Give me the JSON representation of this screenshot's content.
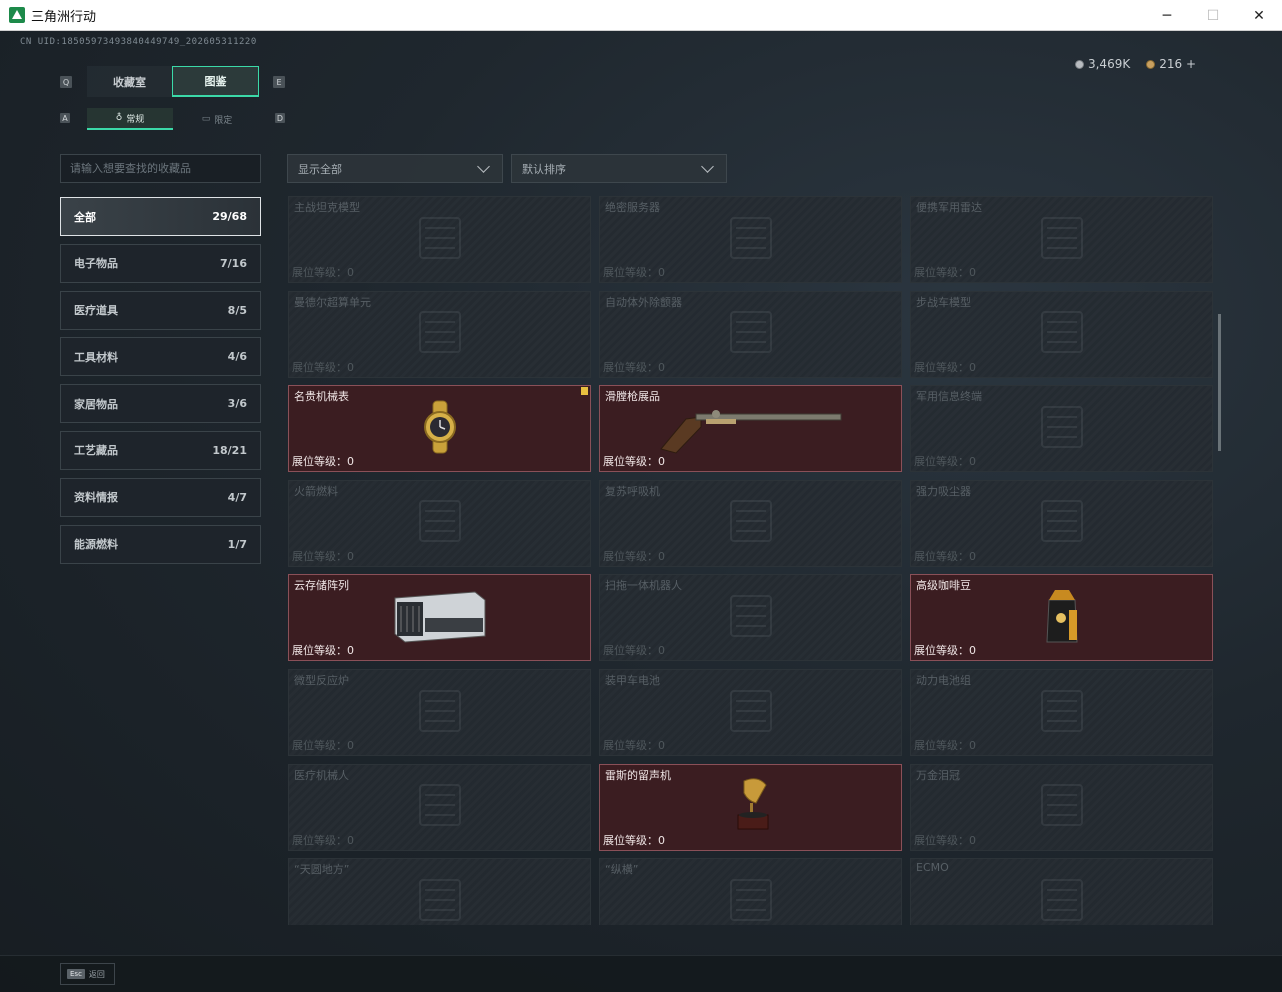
{
  "window": {
    "title": "三角洲行动",
    "minimize": "─",
    "maximize": "☐",
    "close": "✕"
  },
  "uid": "CN UID:18505973493840449749_202605311220",
  "currency": [
    {
      "icon": "silver-coin-icon",
      "value": "3,469K"
    },
    {
      "icon": "gold-coin-icon",
      "value": "216 +"
    }
  ],
  "tabs": [
    {
      "label": "收藏室",
      "active": false
    },
    {
      "label": "图鉴",
      "active": true
    }
  ],
  "tab_keys": {
    "left": "Q",
    "right": "E"
  },
  "subtabs": [
    {
      "label": "常规",
      "active": true
    },
    {
      "label": "限定",
      "active": false
    }
  ],
  "subtab_keys": {
    "left": "A",
    "right": "D"
  },
  "search": {
    "placeholder": "请输入想要查找的收藏品"
  },
  "filters": [
    {
      "label": "显示全部"
    },
    {
      "label": "默认排序"
    }
  ],
  "categories": [
    {
      "label": "全部",
      "count": "29/68",
      "active": true
    },
    {
      "label": "电子物品",
      "count": "7/16",
      "active": false
    },
    {
      "label": "医疗道具",
      "count": "8/5",
      "active": false
    },
    {
      "label": "工具材料",
      "count": "4/6",
      "active": false
    },
    {
      "label": "家居物品",
      "count": "3/6",
      "active": false
    },
    {
      "label": "工艺藏品",
      "count": "18/21",
      "active": false
    },
    {
      "label": "资料情报",
      "count": "4/7",
      "active": false
    },
    {
      "label": "能源燃料",
      "count": "1/7",
      "active": false
    }
  ],
  "items": [
    {
      "name": "主战坦克模型",
      "level": "展位等级：0",
      "owned": false,
      "art": "tank-model-icon"
    },
    {
      "name": "绝密服务器",
      "level": "展位等级：0",
      "owned": false,
      "art": "server-icon"
    },
    {
      "name": "便携军用雷达",
      "level": "展位等级：0",
      "owned": false,
      "art": "radar-icon"
    },
    {
      "name": "曼德尔超算单元",
      "level": "展位等级：0",
      "owned": false,
      "art": "compute-unit-icon"
    },
    {
      "name": "自动体外除颤器",
      "level": "展位等级：0",
      "owned": false,
      "art": "defibrillator-icon"
    },
    {
      "name": "步战车模型",
      "level": "展位等级：0",
      "owned": false,
      "art": "ifv-model-icon"
    },
    {
      "name": "名贵机械表",
      "level": "展位等级：0",
      "owned": true,
      "new": true,
      "art": "watch-icon"
    },
    {
      "name": "滑膛枪展品",
      "level": "展位等级：0",
      "owned": true,
      "art": "musket-icon"
    },
    {
      "name": "军用信息终端",
      "level": "展位等级：0",
      "owned": false,
      "art": "terminal-icon"
    },
    {
      "name": "火箭燃料",
      "level": "展位等级：0",
      "owned": false,
      "art": "fuel-icon"
    },
    {
      "name": "复苏呼吸机",
      "level": "展位等级：0",
      "owned": false,
      "art": "ventilator-icon"
    },
    {
      "name": "强力吸尘器",
      "level": "展位等级：0",
      "owned": false,
      "art": "vacuum-icon"
    },
    {
      "name": "云存储阵列",
      "level": "展位等级：0",
      "owned": true,
      "art": "storage-array-icon"
    },
    {
      "name": "扫拖一体机器人",
      "level": "展位等级：0",
      "owned": false,
      "art": "robot-icon"
    },
    {
      "name": "高级咖啡豆",
      "level": "展位等级：0",
      "owned": true,
      "art": "coffee-bag-icon"
    },
    {
      "name": "微型反应炉",
      "level": "展位等级：0",
      "owned": false,
      "art": "reactor-icon"
    },
    {
      "name": "装甲车电池",
      "level": "展位等级：0",
      "owned": false,
      "art": "battery-icon"
    },
    {
      "name": "动力电池组",
      "level": "展位等级：0",
      "owned": false,
      "art": "battery-pack-icon"
    },
    {
      "name": "医疗机械人",
      "level": "展位等级：0",
      "owned": false,
      "art": "medical-robot-icon"
    },
    {
      "name": "雷斯的留声机",
      "level": "展位等级：0",
      "owned": true,
      "art": "gramophone-icon"
    },
    {
      "name": "万金泪冠",
      "level": "展位等级：0",
      "owned": false,
      "art": "crown-icon"
    },
    {
      "name": "“天圆地方”",
      "level": "",
      "owned": false,
      "art": "globe-icon"
    },
    {
      "name": "“纵横”",
      "level": "",
      "owned": false,
      "art": "board-icon"
    },
    {
      "name": "ECMO",
      "level": "",
      "owned": false,
      "art": "ecmo-icon"
    }
  ],
  "bottom": {
    "esc_key": "Esc",
    "esc_label": "返回"
  }
}
